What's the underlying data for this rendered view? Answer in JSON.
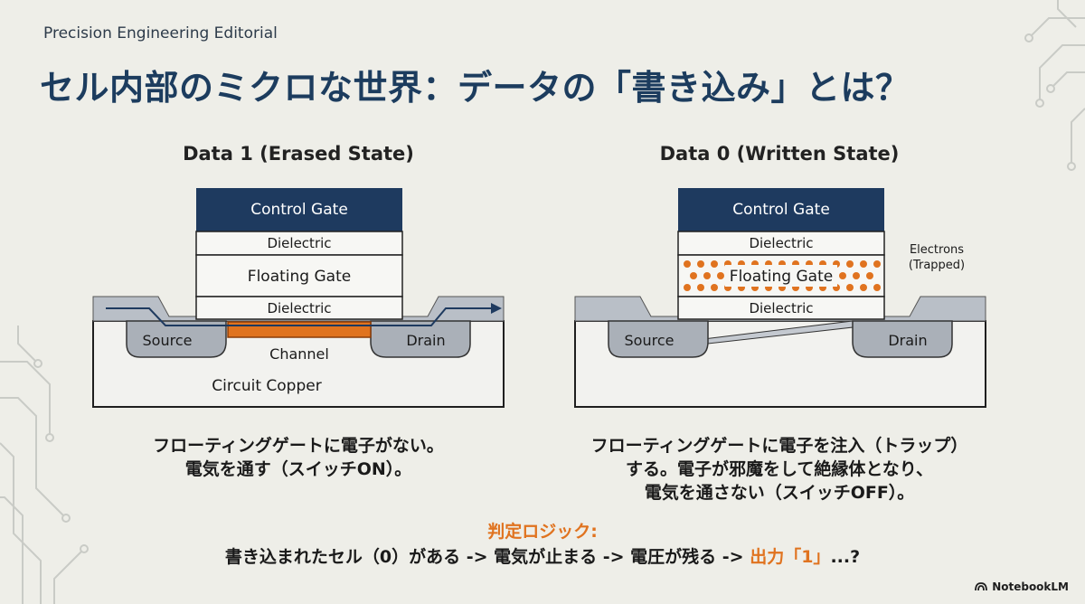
{
  "header": {
    "kicker": "Precision Engineering Editorial",
    "title": "セル内部のミクロな世界：データの「書き込み」とは？"
  },
  "left_panel": {
    "title": "Data 1 (Erased State)",
    "labels": {
      "control_gate": "Control Gate",
      "dielectric_top": "Dielectric",
      "floating_gate": "Floating Gate",
      "dielectric_bottom": "Dielectric",
      "source": "Source",
      "drain": "Drain",
      "channel": "Channel",
      "substrate": "Circuit Copper"
    },
    "description": [
      "フローティングゲートに電子がない。",
      "電気を通す（スイッチON）。"
    ]
  },
  "right_panel": {
    "title": "Data 0 (Written State)",
    "labels": {
      "control_gate": "Control Gate",
      "dielectric_top": "Dielectric",
      "floating_gate": "Floating Gate",
      "dielectric_bottom": "Dielectric",
      "source": "Source",
      "drain": "Drain",
      "electrons_line1": "Electrons",
      "electrons_line2": "(Trapped)"
    },
    "description": [
      "フローティングゲートに電子を注入（トラップ）",
      "する。電子が邪魔をして絶縁体となり、",
      "電気を通さない（スイッチOFF）。"
    ]
  },
  "logic": {
    "label": "判定ロジック:",
    "text": "書き込まれたセル（0）がある -> 電気が止まる -> 電圧が残る -> ",
    "highlight": "出力「1」",
    "tail": "...?"
  },
  "brand": {
    "name": "NotebookLM",
    "icon": "notebooklm-logo-icon"
  },
  "colors": {
    "navy": "#1e3a5f",
    "accent": "#e0731f",
    "gray_region": "#b9bfc7",
    "background": "#eeeee8"
  }
}
